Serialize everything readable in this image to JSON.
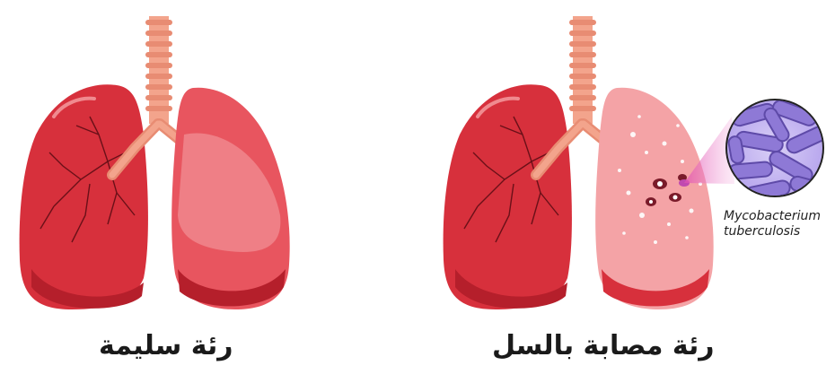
{
  "panels": {
    "healthy": {
      "caption": "رئة سليمة"
    },
    "infected": {
      "caption": "رئة مصابة بالسل"
    }
  },
  "magnified": {
    "label_line1": "Mycobacterium",
    "label_line2": "tuberculosis"
  },
  "colors": {
    "lung_dark": "#d7303c",
    "lung_mid": "#e8555f",
    "lung_light": "#f4a3a6",
    "trachea": "#f3a48c",
    "bacteria": "#8e79d6",
    "lens_glow": "#e04fb0"
  }
}
